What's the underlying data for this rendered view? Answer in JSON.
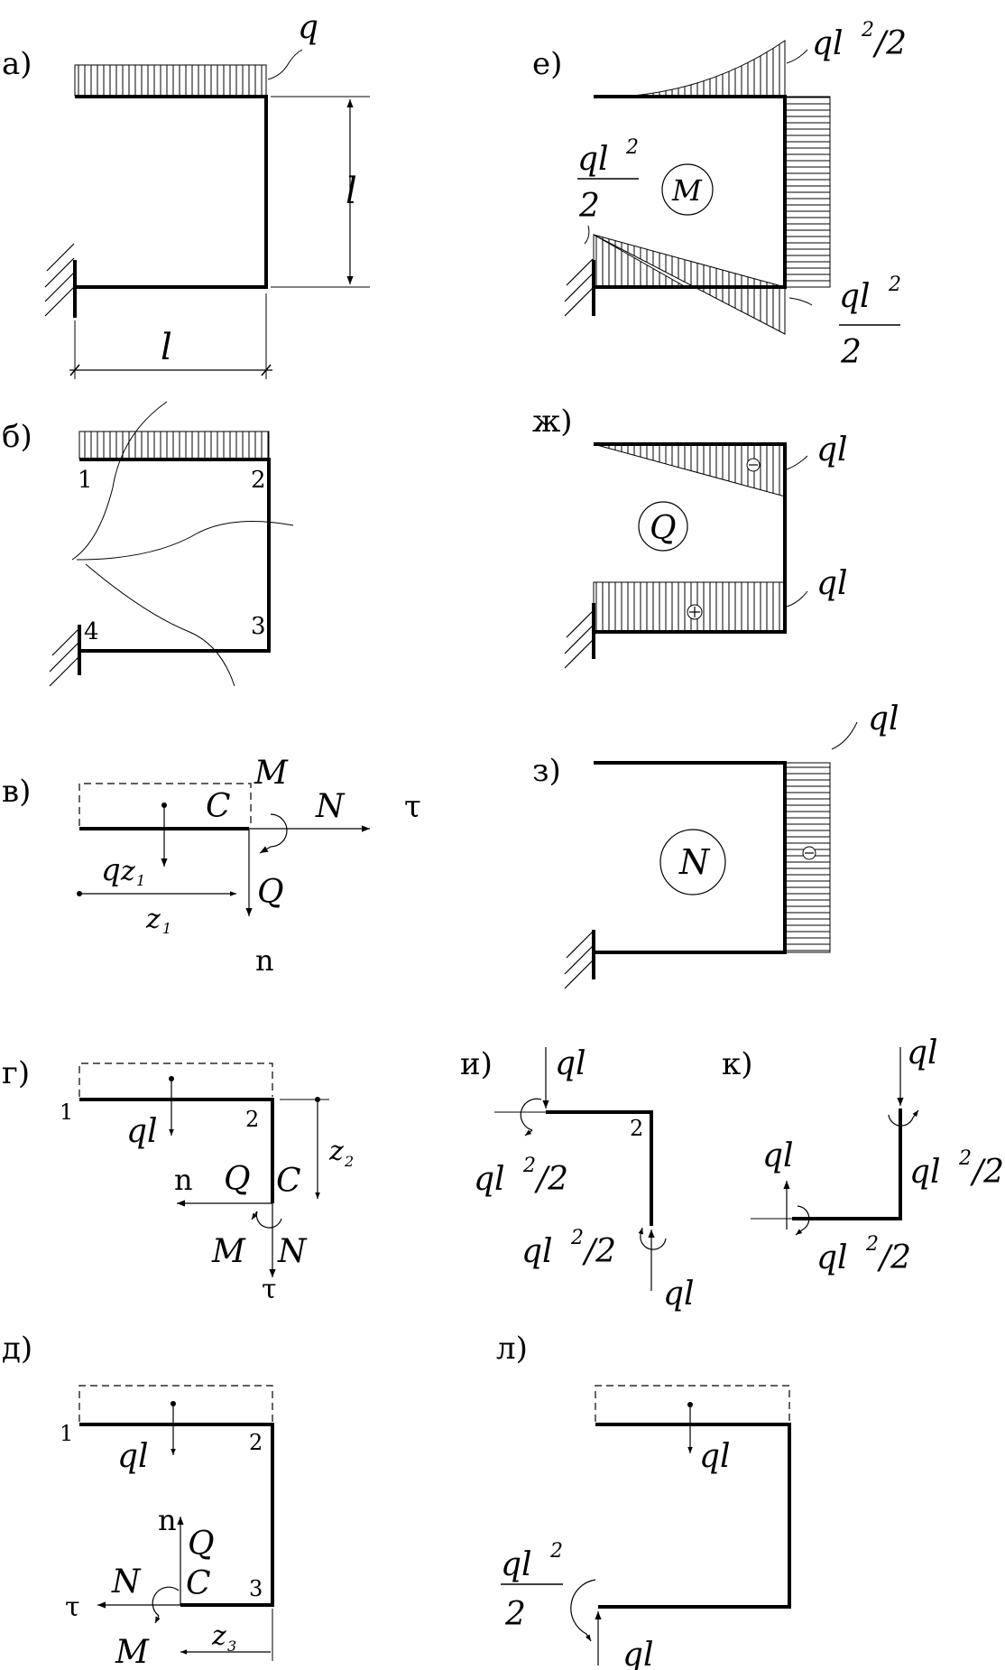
{
  "panels": {
    "a": {
      "label": "а)",
      "q": "q",
      "l_vertical": "l",
      "l_horizontal": "l"
    },
    "b": {
      "label": "б)",
      "n1": "1",
      "n2": "2",
      "n3": "3",
      "n4": "4"
    },
    "v": {
      "label": "в)",
      "M": "M",
      "N": "N",
      "tau": "τ",
      "C": "C",
      "q": "q",
      "z": "z",
      "sub1": "1",
      "Q": "Q",
      "z1": "z",
      "n": "n"
    },
    "g": {
      "label": "г)",
      "n1": "1",
      "ql": "ql",
      "n2": "2",
      "z2": "z",
      "sub2": "2",
      "n": "n",
      "Q": "Q",
      "C": "C",
      "M": "M",
      "N": "N",
      "tau": "τ"
    },
    "d": {
      "label": "д)",
      "n1": "1",
      "ql": "ql",
      "n2": "2",
      "n": "n",
      "Q": "Q",
      "N": "N",
      "C": "C",
      "n3": "3",
      "tau": "τ",
      "M": "M",
      "z3": "z",
      "sub3": "3"
    },
    "e": {
      "label": "е)",
      "top_val": "ql",
      "top_sup": "2",
      "top_tail": "/2",
      "left_num": "ql",
      "left_sup": "2",
      "left_den": "2",
      "M": "M",
      "right_num": "ql",
      "right_sup": "2",
      "right_den": "2"
    },
    "zh": {
      "label": "ж)",
      "ql_top": "ql",
      "Q": "Q",
      "ql_bot": "ql"
    },
    "z": {
      "label": "з)",
      "ql": "ql",
      "N": "N"
    },
    "i": {
      "label": "и)",
      "ql_top": "ql",
      "n2": "2",
      "m_top": "ql",
      "m_top_sup": "2",
      "m_top_tail": "/2",
      "m_bot": "ql",
      "m_bot_sup": "2",
      "m_bot_tail": "/2",
      "ql_bot": "ql"
    },
    "k": {
      "label": "к)",
      "ql_top": "ql",
      "ql_left": "ql",
      "m_right": "ql",
      "m_right_sup": "2",
      "m_right_tail": "/2",
      "m_bot": "ql",
      "m_bot_sup": "2",
      "m_bot_tail": "/2"
    },
    "l": {
      "label": "л)",
      "ql_top": "ql",
      "m_num": "ql",
      "m_sup": "2",
      "m_den": "2",
      "ql_bot": "ql"
    }
  }
}
